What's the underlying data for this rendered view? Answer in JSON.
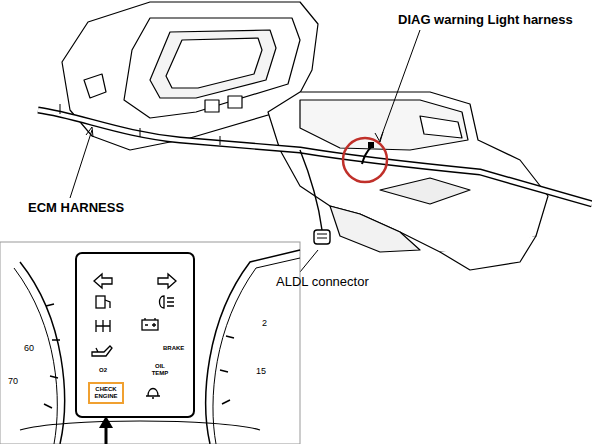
{
  "diagram": {
    "nodes": [
      {
        "text": [
          "BRAKE",
          "O2",
          "OIL TEMP"
        ]
      },
      {
        "text": [
          "CHECK ENGINE"
        ],
        "in": 0
      }
    ],
    "labels": [
      "DIAG warning Light harness",
      "ECM HARNESS",
      "ALDL connector",
      "60",
      "70",
      "15",
      "2"
    ]
  }
}
